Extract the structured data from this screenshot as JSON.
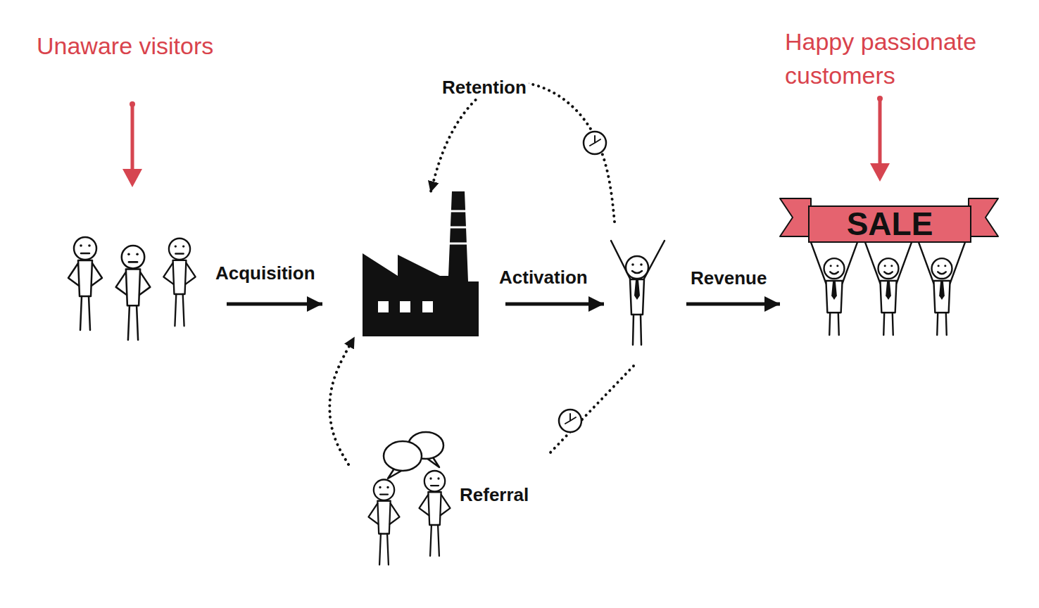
{
  "diagram": {
    "nodes": [
      {
        "text": [
          "Unaware visitors"
        ]
      },
      {
        "text": []
      },
      {
        "text": []
      },
      {
        "text": [
          "Happy passionate customers"
        ]
      },
      {
        "text": [
          "SALE"
        ],
        "in": 3
      },
      {
        "text": [
          "Referral"
        ]
      }
    ],
    "edges": [
      {
        "from": 0,
        "to": 1,
        "label": "Acquisition",
        "arrow": "to"
      },
      {
        "from": 1,
        "to": 2,
        "label": "Activation",
        "arrow": "to"
      },
      {
        "from": 2,
        "to": 3,
        "label": "Revenue",
        "arrow": "to"
      },
      {
        "from": 2,
        "to": 1,
        "label": "Retention",
        "arrow": "to"
      },
      {
        "from": 2,
        "to": 5,
        "arrow": "none"
      },
      {
        "from": 5,
        "to": 1,
        "arrow": "to"
      }
    ]
  }
}
